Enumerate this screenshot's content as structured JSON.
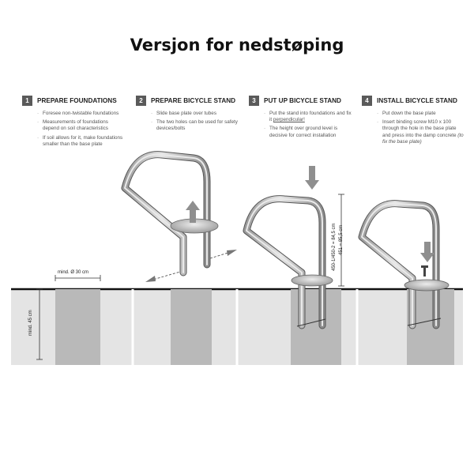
{
  "title": "Versjon for nedstøping",
  "steps": [
    {
      "num": "1",
      "title": "PREPARE FOUNDATIONS",
      "bullets": [
        "Foresee non-twistable foundations",
        "Measurements of foundations depend on soil characteristics",
        "If soil allows for it, make foundations smaller than the base plate"
      ]
    },
    {
      "num": "2",
      "title": "PREPARE BICYCLE STAND",
      "bullets": [
        "Slide base plate over tubes",
        "The two holes can be used for safety devices/bolts"
      ]
    },
    {
      "num": "3",
      "title": "PUT UP BICYCLE STAND",
      "bullets_rich": [
        {
          "a": "Put the stand into foundations and fix it ",
          "b": "perpendicular!"
        },
        {
          "a": "The height over ground level is decisive for correct installation",
          "b": ""
        }
      ]
    },
    {
      "num": "4",
      "title": "INSTALL BICYCLE STAND",
      "bullets_rich": [
        {
          "a": "Put down the base plate",
          "b": ""
        },
        {
          "a": "Insert binding screw M10 x 100 through the hole in the base plate and press into the damp concrete ",
          "b": "(to fix the base plate)"
        }
      ]
    }
  ],
  "dims": {
    "diameter": "mind. Ø 30 cm",
    "depth": "mind. 45 cm",
    "height1": "450-1/450-2 = 84,5 cm",
    "height2": "451 = 85,5 cm"
  },
  "colors": {
    "ground": "#e4e4e4",
    "foundation": "#b9b9b9",
    "tube": "#d0d0d0",
    "tube_edge": "#555555",
    "arrow": "#8f8f8f"
  }
}
